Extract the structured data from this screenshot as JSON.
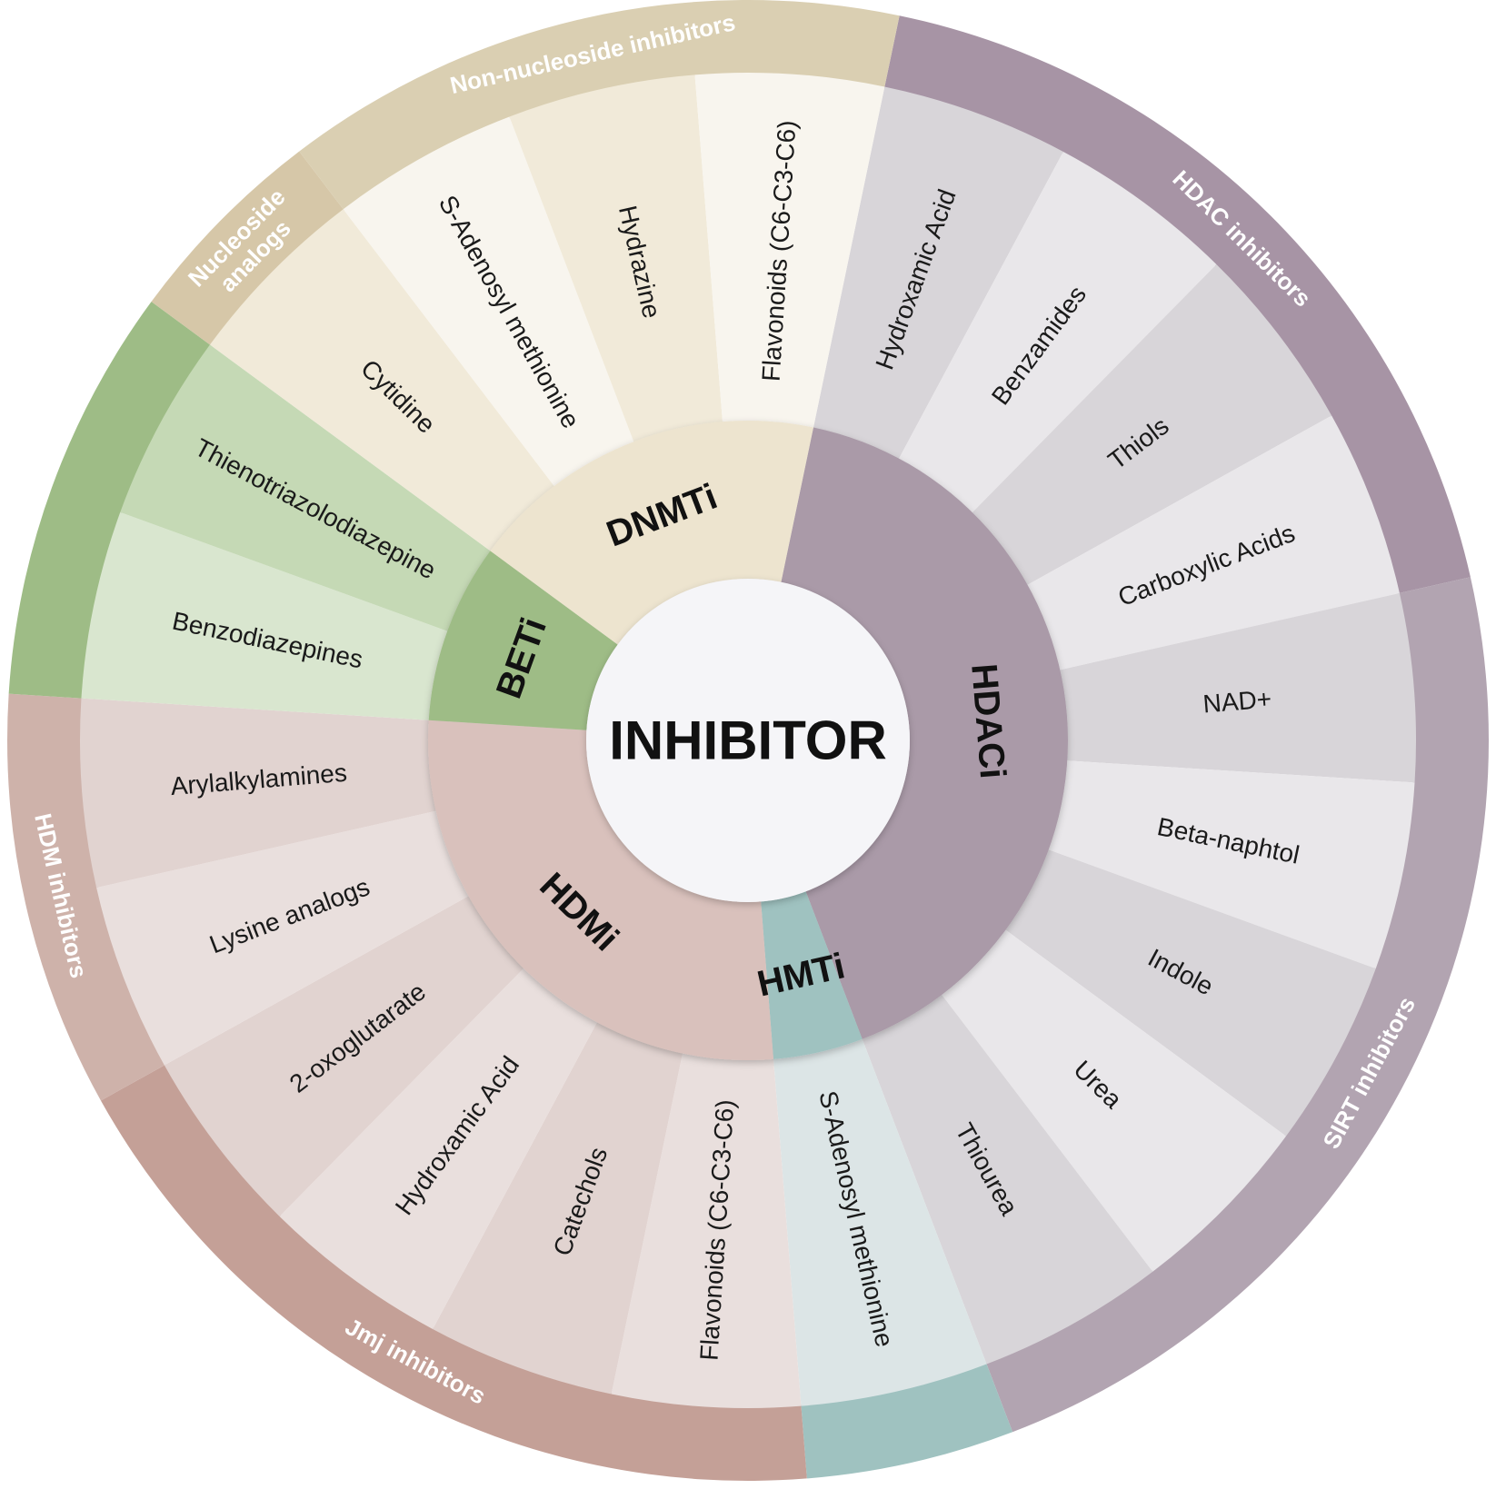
{
  "center": {
    "title": "INHIBITOR"
  },
  "classes": [
    {
      "id": "hdaci",
      "label": "HDACi",
      "color": "#aa9aa8"
    },
    {
      "id": "hmti",
      "label": "HMTi",
      "color": "#9fc2c0"
    },
    {
      "id": "hdmi",
      "label": "HDMi",
      "color": "#d9c1bc"
    },
    {
      "id": "beti",
      "label": "BETi",
      "color": "#9ebc86"
    },
    {
      "id": "dnmti",
      "label": "DNMTi",
      "color": "#ede4cf"
    }
  ],
  "groups": [
    {
      "id": "hdac-inhibitors",
      "label": "HDAC inhibitors",
      "color": "#a794a5"
    },
    {
      "id": "sirt-inhibitors",
      "label": "SIRT  inhibitors",
      "color": "#b2a4b1"
    },
    {
      "id": "hmt-group",
      "label": "",
      "color": "#9fc2c0"
    },
    {
      "id": "jmj-inhibitors",
      "label": "Jmj inhibitors",
      "color": "#c4a097"
    },
    {
      "id": "hdm-inhibitors",
      "label": "HDM inhibitors",
      "color": "#ceb2aa"
    },
    {
      "id": "bet-group",
      "label": "",
      "color": "#9ebc86"
    },
    {
      "id": "nucleoside-analogs",
      "label": "Nucleoside analogs",
      "color": "#d6c7a8"
    },
    {
      "id": "non-nucleoside-inhibitors",
      "label": "Non-nucleoside inhibitors",
      "color": "#dacfb2"
    }
  ],
  "slices": [
    {
      "label": "Hydroxamic Acid",
      "group": "hdac-inhibitors",
      "color": "#d8d5d9"
    },
    {
      "label": "Benzamides",
      "group": "hdac-inhibitors",
      "color": "#e9e7ea"
    },
    {
      "label": "Thiols",
      "group": "hdac-inhibitors",
      "color": "#d8d5d9"
    },
    {
      "label": "Carboxylic Acids",
      "group": "hdac-inhibitors",
      "color": "#e9e7ea"
    },
    {
      "label": "NAD+",
      "group": "sirt-inhibitors",
      "color": "#d8d5d9"
    },
    {
      "label": "Beta-naphtol",
      "group": "sirt-inhibitors",
      "color": "#e9e7ea"
    },
    {
      "label": "Indole",
      "group": "sirt-inhibitors",
      "color": "#d8d5d9"
    },
    {
      "label": "Urea",
      "group": "sirt-inhibitors",
      "color": "#e9e7ea"
    },
    {
      "label": "Thiourea",
      "group": "sirt-inhibitors",
      "color": "#d8d5d9"
    },
    {
      "label": "S-Adenosyl methionine",
      "group": "hmt-group",
      "color": "#dce5e6"
    },
    {
      "label": "Flavonoids (C6-C3-C6)",
      "group": "jmj-inhibitors",
      "color": "#e9dfdd"
    },
    {
      "label": "Catechols",
      "group": "jmj-inhibitors",
      "color": "#e1d3d0"
    },
    {
      "label": "Hydroxamic Acid",
      "group": "jmj-inhibitors",
      "color": "#e9dfdd"
    },
    {
      "label": "2-oxoglutarate",
      "group": "jmj-inhibitors",
      "color": "#e1d3d0"
    },
    {
      "label": "Lysine analogs",
      "group": "hdm-inhibitors",
      "color": "#e9dfdd"
    },
    {
      "label": "Arylalkylamines",
      "group": "hdm-inhibitors",
      "color": "#e1d3d0"
    },
    {
      "label": "Benzodiazepines",
      "group": "bet-group",
      "color": "#d9e6cf"
    },
    {
      "label": "Thienotriazolodiazepine",
      "group": "bet-group",
      "color": "#c5d9b5"
    },
    {
      "label": "Cytidine",
      "group": "nucleoside-analogs",
      "color": "#f1ead9"
    },
    {
      "label": "S-Adenosyl methionine",
      "group": "non-nucleoside-inhibitors",
      "color": "#f8f5ee"
    },
    {
      "label": "Hydrazine",
      "group": "non-nucleoside-inhibitors",
      "color": "#f1ead9"
    },
    {
      "label": "Flavonoids (C6-C3-C6)",
      "group": "non-nucleoside-inhibitors",
      "color": "#f8f5ee"
    }
  ]
}
